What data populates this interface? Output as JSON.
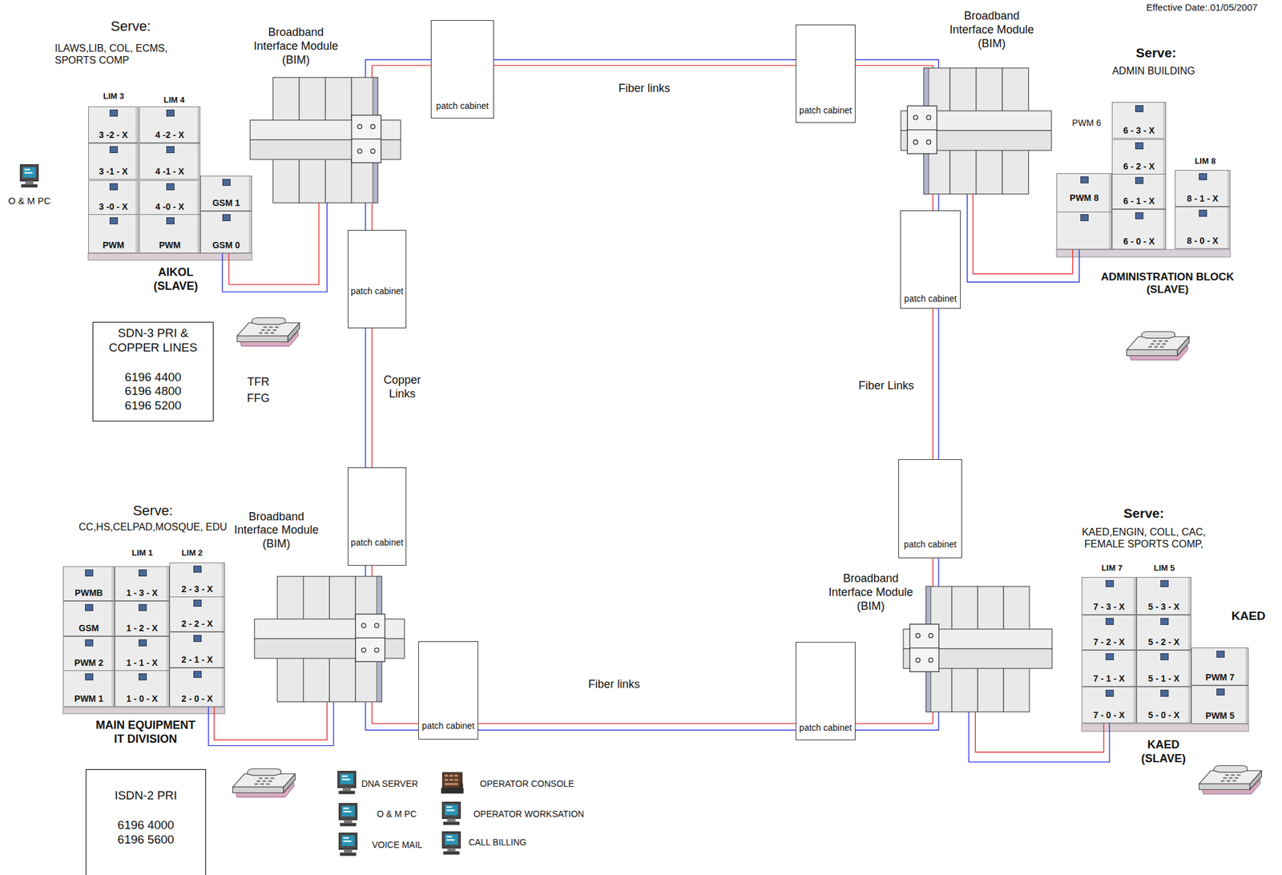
{
  "diagram": {
    "nodes": [
      {
        "text": [
          "Broadband Interface Module (BIM)"
        ]
      },
      {
        "text": [
          "Broadband Interface Module (BIM)"
        ]
      },
      {
        "text": [
          "Broadband Interface Module (BIM)"
        ]
      },
      {
        "text": [
          "Broadband Interface Module (BIM)"
        ]
      },
      {
        "text": [
          "patch cabinet"
        ]
      },
      {
        "text": [
          "patch cabinet"
        ]
      },
      {
        "text": [
          "patch cabinet"
        ]
      },
      {
        "text": [
          "patch cabinet"
        ]
      },
      {
        "text": [
          "patch cabinet"
        ]
      },
      {
        "text": [
          "patch cabinet"
        ]
      },
      {
        "text": [
          "patch cabinet"
        ]
      },
      {
        "text": [
          "patch cabinet"
        ]
      },
      {
        "text": [
          "3 -2 - X"
        ]
      },
      {
        "text": [
          "3 -1 - X"
        ]
      },
      {
        "text": [
          "3 -0 - X"
        ]
      },
      {
        "text": [
          "PWM"
        ]
      },
      {
        "text": [
          "4 -2 - X"
        ]
      },
      {
        "text": [
          "4 -1 - X"
        ]
      },
      {
        "text": [
          "4 -0 - X"
        ]
      },
      {
        "text": [
          "PWM"
        ]
      },
      {
        "text": [
          "GSM 1"
        ]
      },
      {
        "text": [
          "GSM 0"
        ]
      },
      {
        "text": [
          "PWM 8"
        ]
      },
      {
        "text": [
          "6 - 3 - X"
        ]
      },
      {
        "text": [
          "6 - 2 - X"
        ]
      },
      {
        "text": [
          "6 - 1 - X"
        ]
      },
      {
        "text": [
          "6 - 0 - X"
        ]
      },
      {
        "text": [
          "8 - 1 - X"
        ]
      },
      {
        "text": [
          "8 - 0 - X"
        ]
      },
      {
        "text": [
          "PWMB"
        ]
      },
      {
        "text": [
          "GSM"
        ]
      },
      {
        "text": [
          "PWM 2"
        ]
      },
      {
        "text": [
          "PWM 1"
        ]
      },
      {
        "text": [
          "1 - 3 - X"
        ]
      },
      {
        "text": [
          "1 - 2 - X"
        ]
      },
      {
        "text": [
          "1 - 1 - X"
        ]
      },
      {
        "text": [
          "1 - 0 - X"
        ]
      },
      {
        "text": [
          "2 - 3 - X"
        ]
      },
      {
        "text": [
          "2 - 2 - X"
        ]
      },
      {
        "text": [
          "2 - 1 - X"
        ]
      },
      {
        "text": [
          "2 - 0 - X"
        ]
      },
      {
        "text": [
          "7 - 3 - X"
        ]
      },
      {
        "text": [
          "7 - 2 - X"
        ]
      },
      {
        "text": [
          "7 - 1 - X"
        ]
      },
      {
        "text": [
          "7 - 0 - X"
        ]
      },
      {
        "text": [
          "5 - 3 - X"
        ]
      },
      {
        "text": [
          "5 - 2 - X"
        ]
      },
      {
        "text": [
          "5 - 1 - X"
        ]
      },
      {
        "text": [
          "5 - 0 - X"
        ]
      },
      {
        "text": [
          "PWM 7"
        ]
      },
      {
        "text": [
          "PWM 5"
        ]
      },
      {
        "text": [
          "SDN-3 PRI & COPPER LINES",
          "6196 4400",
          "6196 4800",
          "6196 5200"
        ]
      },
      {
        "text": [
          "ISDN-2 PRI",
          "6196 4000",
          "6196 5600"
        ]
      }
    ],
    "edges": [
      {
        "from": 0,
        "to": 4,
        "arrow": "none"
      },
      {
        "from": 0,
        "to": 4,
        "arrow": "none"
      },
      {
        "from": 4,
        "to": 5,
        "arrow": "none"
      },
      {
        "from": 4,
        "to": 5,
        "arrow": "none"
      },
      {
        "from": 5,
        "to": 1,
        "arrow": "none"
      },
      {
        "from": 5,
        "to": 1,
        "arrow": "none"
      },
      {
        "from": 1,
        "to": 6,
        "arrow": "none"
      },
      {
        "from": 1,
        "to": 6,
        "arrow": "none"
      },
      {
        "from": 6,
        "to": 7,
        "arrow": "none"
      },
      {
        "from": 6,
        "to": 7,
        "arrow": "none"
      },
      {
        "from": 7,
        "to": 3,
        "arrow": "none"
      },
      {
        "from": 7,
        "to": 3,
        "arrow": "none"
      },
      {
        "from": 3,
        "to": 8,
        "arrow": "none"
      },
      {
        "from": 3,
        "to": 8,
        "arrow": "none"
      },
      {
        "from": 8,
        "to": 9,
        "arrow": "none"
      },
      {
        "from": 8,
        "to": 9,
        "arrow": "none"
      },
      {
        "from": 9,
        "to": 2,
        "arrow": "none"
      },
      {
        "from": 9,
        "to": 2,
        "arrow": "none"
      },
      {
        "from": 2,
        "to": 10,
        "arrow": "none"
      },
      {
        "from": 2,
        "to": 10,
        "arrow": "none"
      },
      {
        "from": 10,
        "to": 11,
        "arrow": "none"
      },
      {
        "from": 10,
        "to": 11,
        "arrow": "none"
      },
      {
        "from": 11,
        "to": 0,
        "arrow": "none"
      },
      {
        "from": 11,
        "to": 0,
        "arrow": "none"
      },
      {
        "from": 21,
        "to": 0,
        "arrow": "none"
      },
      {
        "from": 21,
        "to": 0,
        "arrow": "none"
      },
      {
        "from": 22,
        "to": 1,
        "arrow": "none"
      },
      {
        "from": 22,
        "to": 1,
        "arrow": "none"
      },
      {
        "from": 40,
        "to": 2,
        "arrow": "none"
      },
      {
        "from": 40,
        "to": 2,
        "arrow": "none"
      },
      {
        "from": 44,
        "to": 3,
        "arrow": "none"
      },
      {
        "from": 44,
        "to": 3,
        "arrow": "none"
      }
    ],
    "labels": [
      "Effective Date:.01/05/2007",
      "Serve:",
      "ILAWS,LIB, COL, ECMS, SPORTS COMP",
      "LIM 3",
      "LIM 4",
      "AIKOL (SLAVE)",
      "O & M PC",
      "TFR",
      "FFG",
      "Copper Links",
      "Fiber links",
      "Serve:",
      "ADMIN BUILDING",
      "PWM 6",
      "LIM 8",
      "ADMINISTRATION BLOCK (SLAVE)",
      "Fiber Links",
      "Serve:",
      "CC,HS,CELPAD,MOSQUE, EDU",
      "LIM 1",
      "LIM 2",
      "MAIN EQUIPMENT IT DIVISION",
      "Fiber links",
      "DNA SERVER",
      "O & M PC",
      "VOICE MAIL",
      "OPERATOR CONSOLE",
      "OPERATOR WORKSATION",
      "CALL BILLING",
      "Serve:",
      "KAED,ENGIN, COLL, CAC, FEMALE SPORTS COMP,",
      "LIM 7",
      "LIM 5",
      "KAED",
      "KAED (SLAVE)"
    ]
  }
}
